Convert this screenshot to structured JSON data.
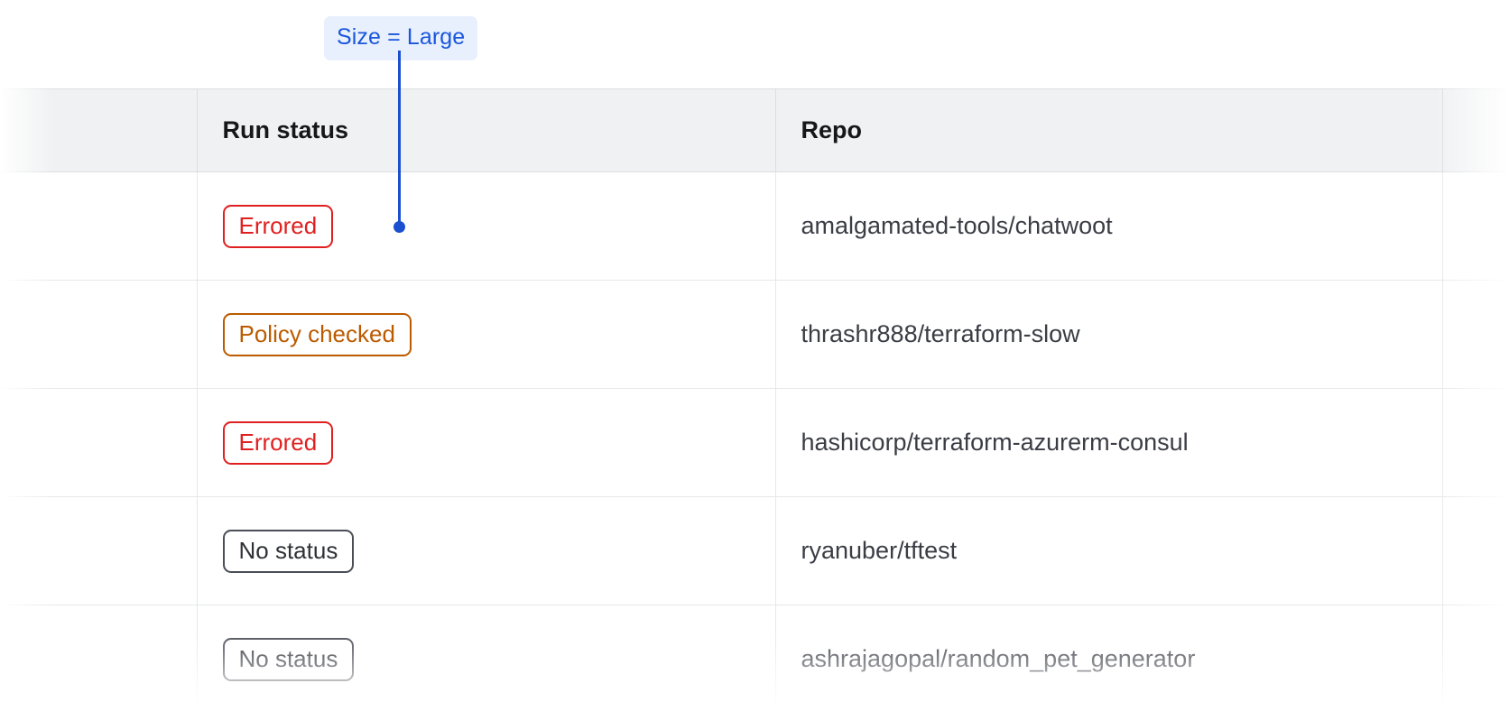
{
  "annotation": {
    "label": "Size = Large",
    "chip_bg": "#e8f0fe",
    "chip_color": "#1a56db",
    "line_color": "#1a4fcf"
  },
  "table": {
    "columns": [
      {
        "key": "select",
        "label": ""
      },
      {
        "key": "run_status",
        "label": "Run status"
      },
      {
        "key": "repo",
        "label": "Repo"
      },
      {
        "key": "extra",
        "label": ""
      }
    ],
    "header_bg": "#f0f1f3",
    "rows": [
      {
        "status": "Errored",
        "status_kind": "errored",
        "repo": "amalgamated-tools/chatwoot"
      },
      {
        "status": "Policy checked",
        "status_kind": "policy",
        "repo": "thrashr888/terraform-slow"
      },
      {
        "status": "Errored",
        "status_kind": "errored",
        "repo": "hashicorp/terraform-azurerm-consul"
      },
      {
        "status": "No status",
        "status_kind": "none",
        "repo": "ryanuber/tftest"
      },
      {
        "status": "No status",
        "status_kind": "none",
        "repo": "ashrajagopal/random_pet_generator"
      }
    ]
  },
  "colors": {
    "errored": "#e02020",
    "policy_checked": "#bb5a00",
    "no_status": "#4b4e57",
    "text": "#3b3d45",
    "header_text": "#15171a",
    "border": "#e6e7ea"
  }
}
